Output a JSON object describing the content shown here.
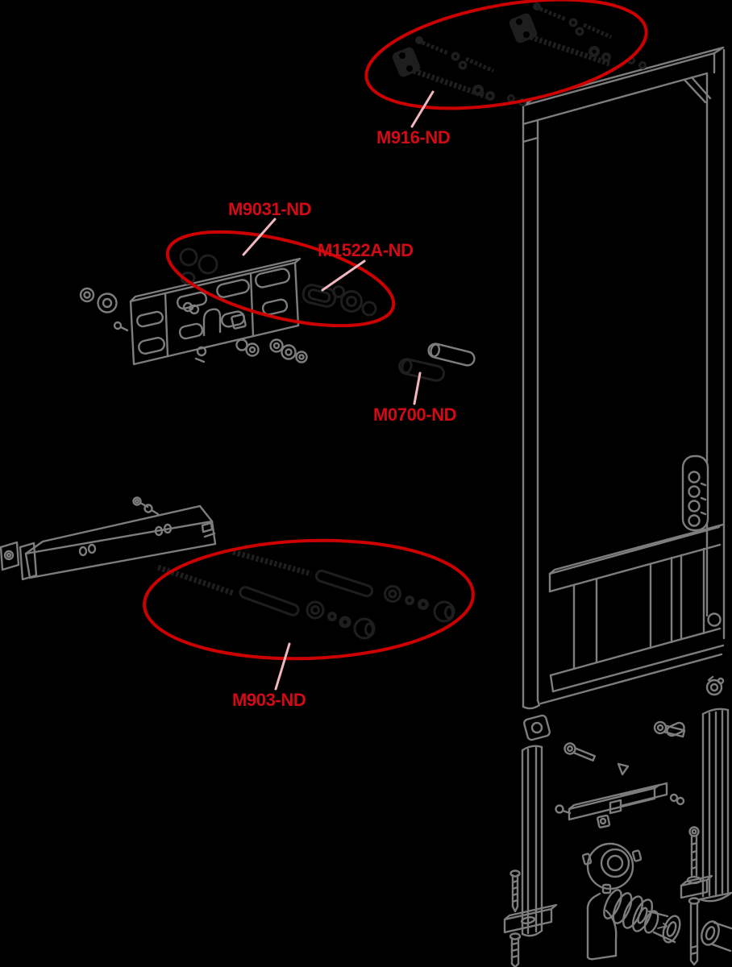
{
  "diagram": {
    "part_labels": [
      {
        "id": "m916-nd",
        "text": "M916-ND"
      },
      {
        "id": "m9031-nd",
        "text": "M9031-ND"
      },
      {
        "id": "m1522a-nd",
        "text": "M1522A-ND"
      },
      {
        "id": "m0700-nd",
        "text": "M0700-ND"
      },
      {
        "id": "m903-nd",
        "text": "M903-ND"
      }
    ],
    "colors": {
      "background": "#000000",
      "frame_line": "#7d7d7d",
      "dark_part": "#1e1e1e",
      "callout_red": "#cc0000",
      "label_red": "#d10a16",
      "leader_pink": "#f2b6be"
    }
  }
}
